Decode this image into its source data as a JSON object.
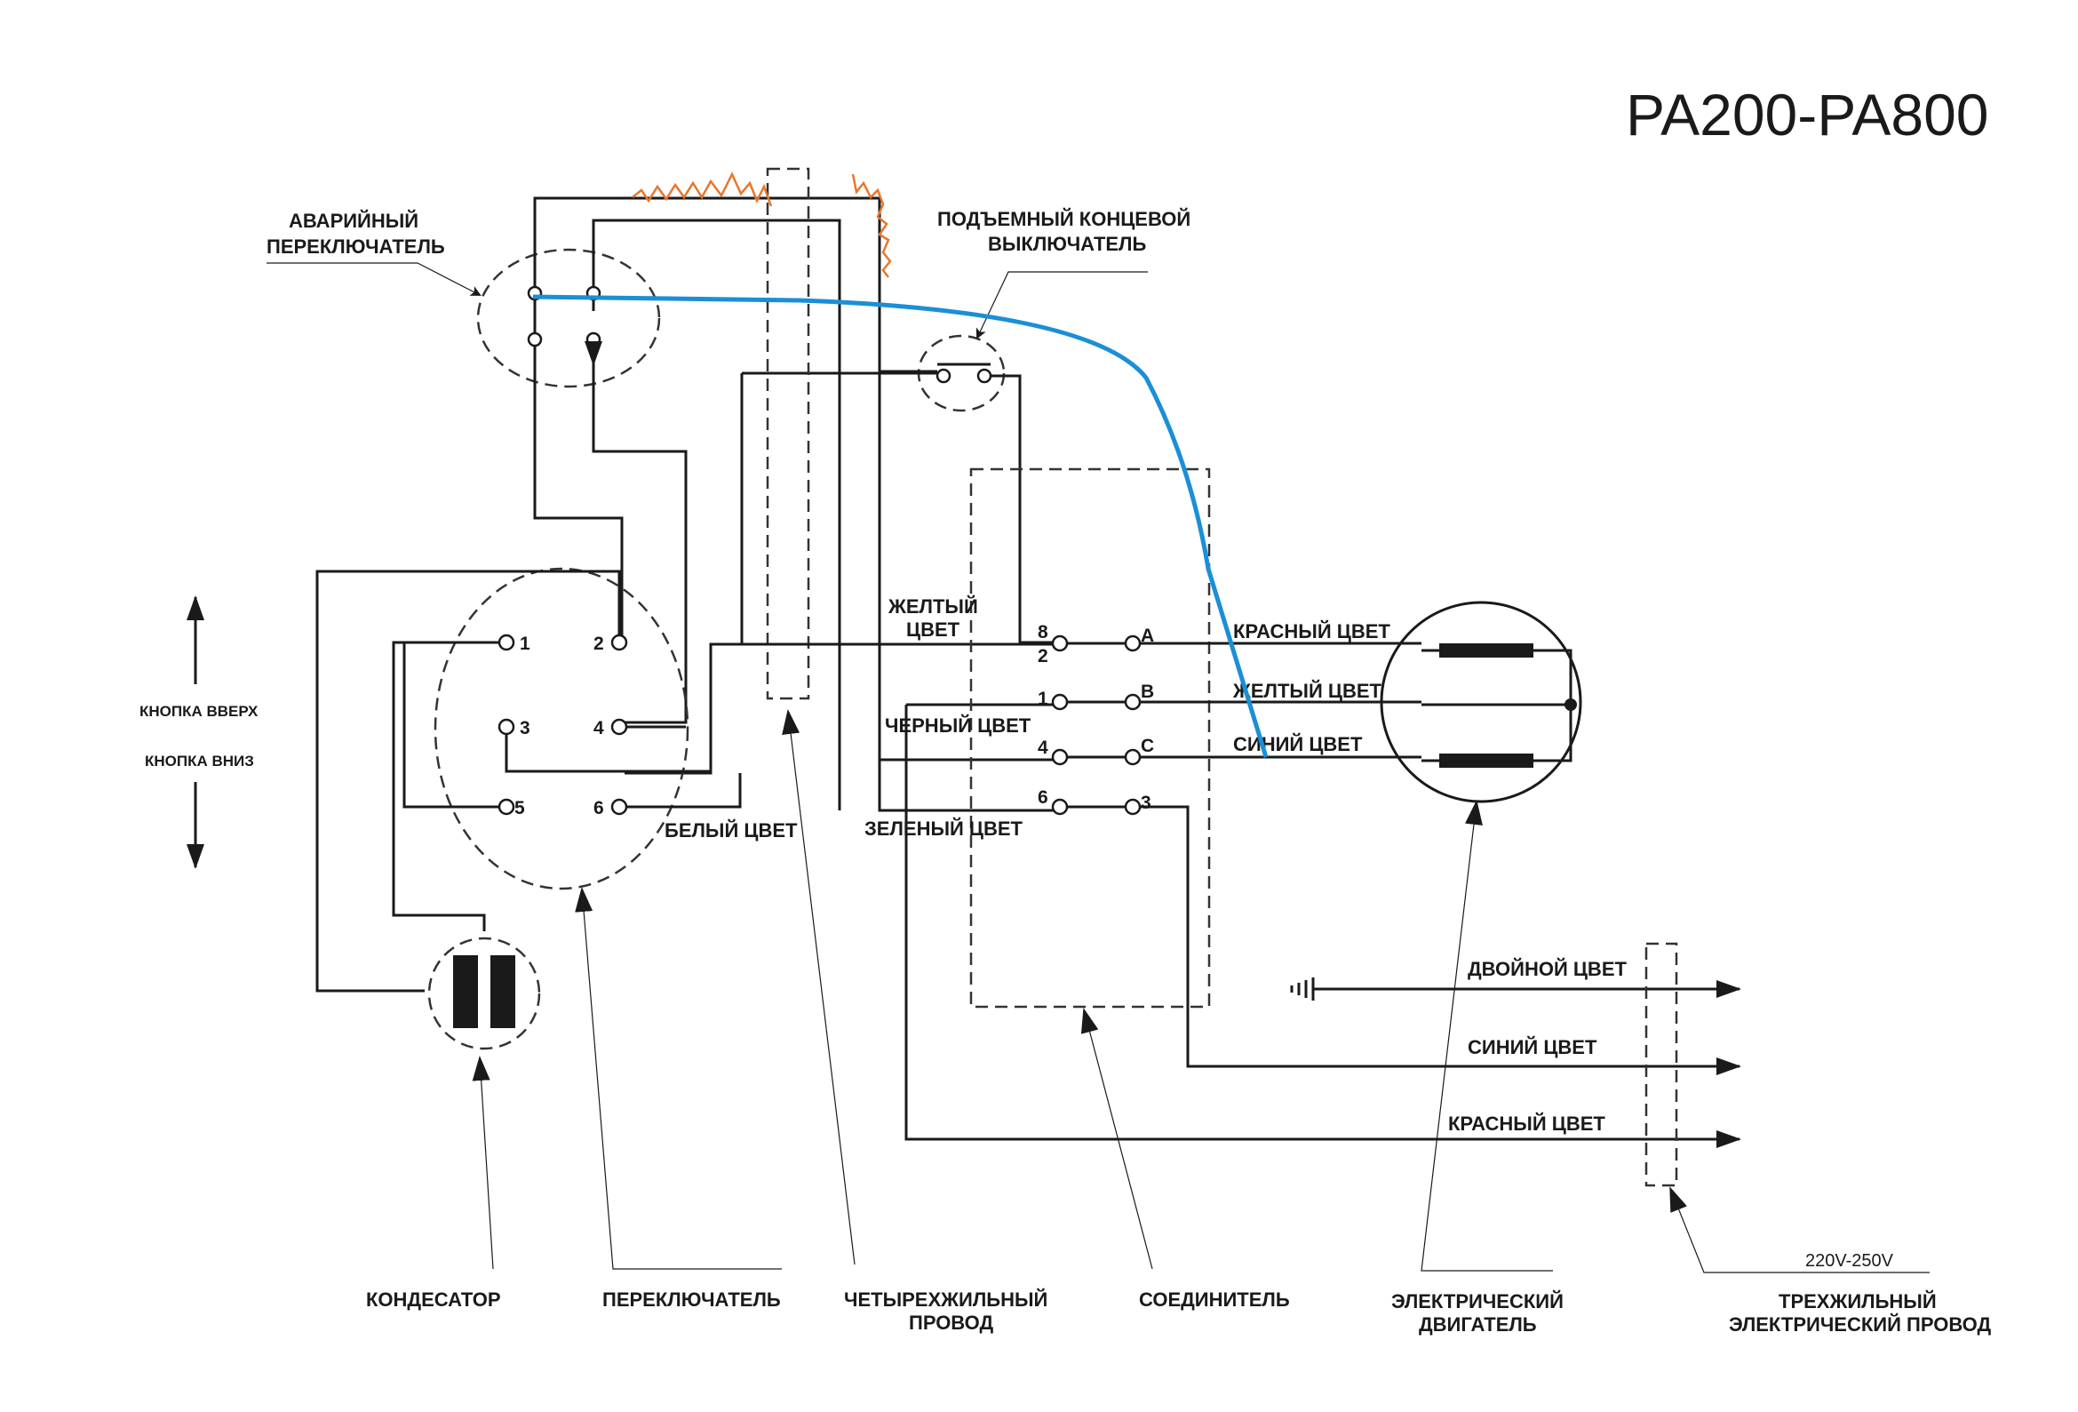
{
  "title": "PA200-PA800",
  "labels": {
    "emergency_switch": [
      "АВАРИЙНЫЙ",
      "ПЕРЕКЛЮЧАТЕЛЬ"
    ],
    "limit_switch": [
      "ПОДЪЕМНЫЙ КОНЦЕВОЙ",
      "ВЫКЛЮЧАТЕЛЬ"
    ],
    "button_up": "КНОПКА ВВЕРХ",
    "button_down": "КНОПКА ВНИЗ",
    "yellow_wire": [
      "ЖЕЛТЫЙ",
      "ЦВЕТ"
    ],
    "black_wire": "ЧЕРНЫЙ ЦВЕТ",
    "white_wire": "БЕЛЫЙ ЦВЕТ",
    "green_wire": "ЗЕЛЕНЫЙ ЦВЕТ",
    "motor_red": "КРАСНЫЙ ЦВЕТ",
    "motor_yellow": "ЖЕЛТЫЙ ЦВЕТ",
    "motor_blue": "СИНИЙ ЦВЕТ",
    "supply_dual": "ДВОЙНОЙ ЦВЕТ",
    "supply_blue": "СИНИЙ ЦВЕТ",
    "supply_red": "КРАСНЫЙ ЦВЕТ",
    "voltage": "220V-250V"
  },
  "switch_terminals": [
    "1",
    "2",
    "3",
    "4",
    "5",
    "6"
  ],
  "connector_left_terminals": [
    "8",
    "2",
    "1",
    "4",
    "6"
  ],
  "connector_right_terminals": [
    "A",
    "B",
    "C",
    "3"
  ],
  "components": {
    "capacitor": "КОНДЕСАТОР",
    "switch": "ПЕРЕКЛЮЧАТЕЛЬ",
    "four_core_wire": [
      "ЧЕТЫРЕХЖИЛЬНЫЙ",
      "ПРОВОД"
    ],
    "connector": "СОЕДИНИТЕЛЬ",
    "motor": [
      "ЭЛЕКТРИЧЕСКИЙ",
      "ДВИГАТЕЛЬ"
    ],
    "power_cord": [
      "ТРЕХЖИЛЬНЫЙ",
      "ЭЛЕКТРИЧЕСКИЙ ПРОВОД"
    ]
  },
  "colors": {
    "wire": "#1a1a1a",
    "markup_blue": "#1b8fd6",
    "markup_orange": "#e8762b"
  }
}
